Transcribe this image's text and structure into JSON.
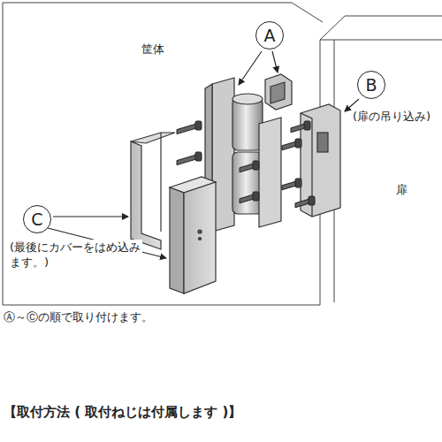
{
  "diagram": {
    "nodes": [
      {
        "text": [
          "A"
        ]
      },
      {
        "text": [
          "B",
          "(扉の吊り込み)"
        ]
      },
      {
        "text": [
          "C",
          "(最後にカバーをはめ込みます。)"
        ]
      }
    ],
    "labels": [
      "筐体",
      "扉",
      "Ⓐ～Ⓒの順で取り付けます。",
      "【取付方法 ( 取付ねじは付属します )】"
    ]
  }
}
